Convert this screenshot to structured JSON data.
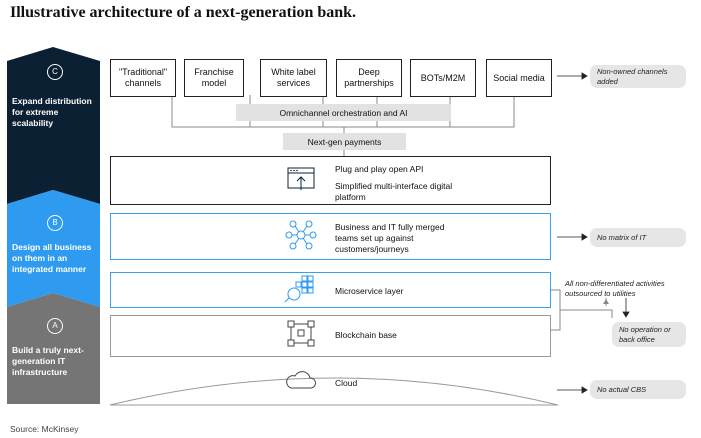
{
  "title": "Illustrative architecture of a next-generation bank.",
  "colors": {
    "dark_navy": "#0c2034",
    "bright_blue": "#2e9bf0",
    "gray": "#757575",
    "light_gray": "#e2e2e2",
    "blue_border": "#3aa0ec"
  },
  "sections": [
    {
      "letter": "C",
      "label": "Expand distribution for extreme scalability"
    },
    {
      "letter": "B",
      "label": "Design all business on them in an integrated manner"
    },
    {
      "letter": "A",
      "label": "Build a truly next-generation IT infrastructure"
    }
  ],
  "channels": [
    "\"Traditional\" channels",
    "Franchise model",
    "White label services",
    "Deep partnerships",
    "BOTs/M2M",
    "Social media"
  ],
  "omnichannel": "Omnichannel orchestration and AI",
  "payments": "Next-gen payments",
  "api_layer": {
    "line1": "Plug and play open API",
    "line2": "Simplified multi-interface digital platform"
  },
  "business_layer": "Business and IT fully merged teams set up against customers/journeys",
  "microservice_layer": "Microservice layer",
  "blockchain_layer": "Blockchain base",
  "cloud_layer": "Cloud",
  "notes": {
    "non_owned": "Non-owned channels added",
    "no_matrix": "No matrix of IT",
    "outsourced": "All non-differentiated activities outsourced to utilities",
    "no_operation": "No operation or back office",
    "no_cbs": "No actual CBS"
  },
  "icons": [
    "open-api-icon",
    "team-network-icon",
    "microservice-icon",
    "blockchain-icon",
    "cloud-icon",
    "arrow-right-icon"
  ],
  "source": "Source: McKinsey"
}
